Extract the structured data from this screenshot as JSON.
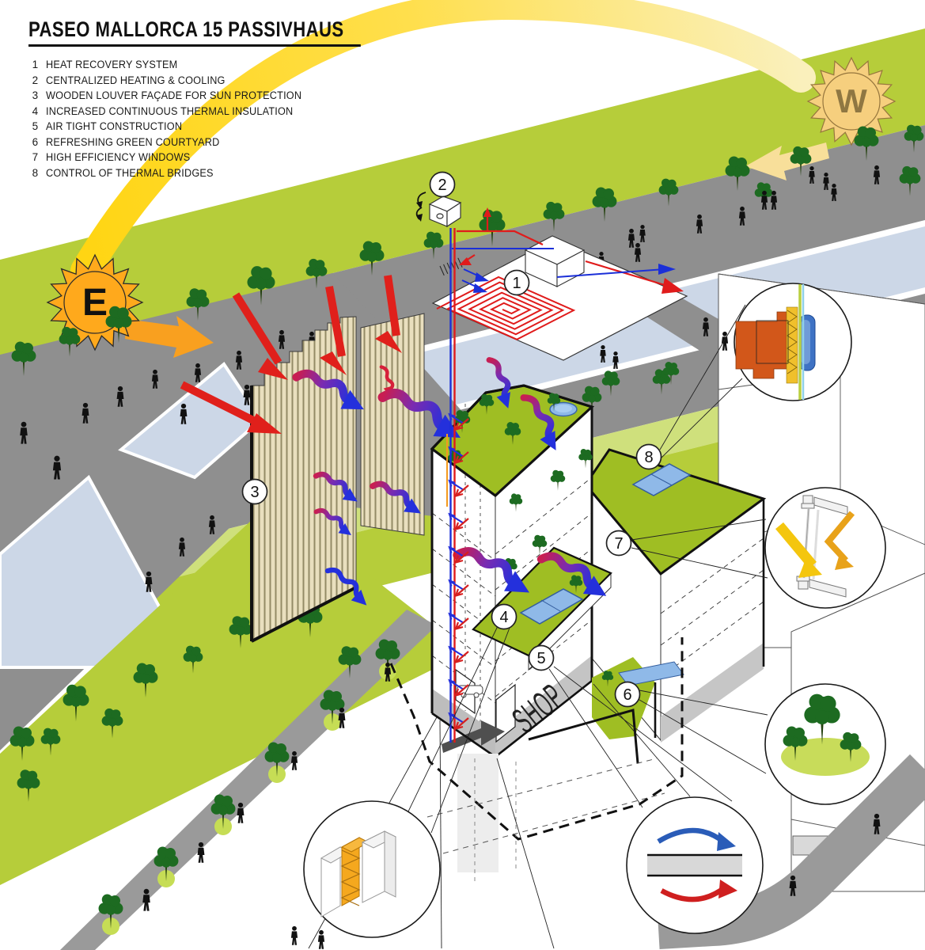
{
  "title": "PASEO MALLORCA 15 PASSIVHAUS",
  "legend": {
    "items": [
      {
        "num": "1",
        "label": "HEAT RECOVERY SYSTEM"
      },
      {
        "num": "2",
        "label": "CENTRALIZED HEATING & COOLING"
      },
      {
        "num": "3",
        "label": "WOODEN LOUVER FAÇADE FOR SUN PROTECTION"
      },
      {
        "num": "4",
        "label": "INCREASED CONTINUOUS THERMAL INSULATION"
      },
      {
        "num": "5",
        "label": "AIR TIGHT CONSTRUCTION"
      },
      {
        "num": "6",
        "label": "REFRESHING GREEN COURTYARD"
      },
      {
        "num": "7",
        "label": "HIGH EFFICIENCY WINDOWS"
      },
      {
        "num": "8",
        "label": "CONTROL OF THERMAL BRIDGES"
      }
    ]
  },
  "suns": {
    "east_label": "E",
    "west_label": "W"
  },
  "building": {
    "shop_sign": "SHOP"
  },
  "markers": {
    "m1": "1",
    "m2": "2",
    "m3": "3",
    "m4": "4",
    "m5": "5",
    "m6": "6",
    "m7": "7",
    "m8": "8"
  },
  "colors": {
    "park_green": "#b6cd3a",
    "park_green_light": "#cfe07c",
    "roof_green": "#9fbe23",
    "courtyard_green": "#c8dc5a",
    "road_gray": "#8f8f8f",
    "water_blue": "#ccd7e7",
    "skylight_blue": "#8fb9e8",
    "louver_tan": "#e9dfbe",
    "sun_east": "#ffa91c",
    "sun_west": "#f6cf7e",
    "arc_yellow": "#ffd513",
    "ray_red": "#e0201b",
    "pipe_red": "#e01b1b",
    "pipe_blue": "#1b2fd8",
    "insulation_orange": "#f5a81e",
    "thermal_wall_orange": "#d2571a"
  }
}
